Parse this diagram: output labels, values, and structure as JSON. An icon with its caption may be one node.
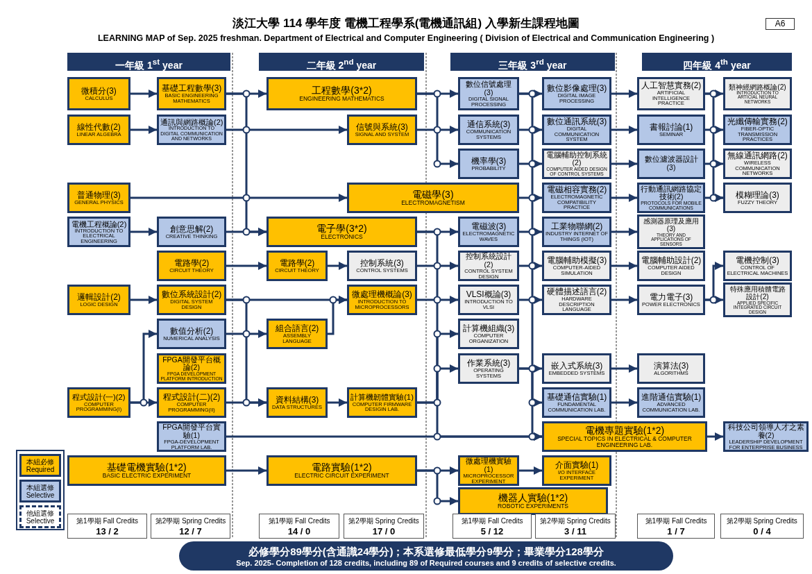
{
  "diagram": {
    "title": "淡江大學 114 學年度 電機工程學系(電機通訊組) 入學新生課程地圖",
    "nodes": [
      {
        "text": [
          "微積分(3)",
          "CALCULUS"
        ]
      },
      {
        "text": [
          "基礎工程數學(3)",
          "BASIC ENGINEERING MATHEMATICS"
        ]
      },
      {
        "text": [
          "線性代數(2)",
          "LINEAR ALGEBRA"
        ]
      },
      {
        "text": [
          "通訊與網路概論(2)",
          "INTRODUCTION TO DIGITAL COMMUNICATION AND NETWORKS"
        ]
      },
      {
        "text": [
          "普通物理(3)",
          "GENERAL PHYSICS"
        ]
      },
      {
        "text": [
          "電機工程概論(2)",
          "INTRODUCTION TO ELECTRICAL ENGINEERING"
        ]
      },
      {
        "text": [
          "創意思解(2)",
          "CREATIVE THINKING"
        ]
      },
      {
        "text": [
          "電路學(2)",
          "CIRCUIT THEORY"
        ]
      },
      {
        "text": [
          "邏輯設計(2)",
          "LOGIC DESIGN"
        ]
      },
      {
        "text": [
          "數位系統設計(2)",
          "DIGITAL SYSTEM DESIGN"
        ]
      },
      {
        "text": [
          "數值分析(2)",
          "NUMERICAL ANALYSIS"
        ]
      },
      {
        "text": [
          "FPGA開發平台概論(2)",
          "FPGA DEVELOPMENT PLATFORM INTRODUCTION"
        ]
      },
      {
        "text": [
          "程式設計(一)(2)",
          "COMPUTER PROGRAMMING(I)"
        ]
      },
      {
        "text": [
          "程式設計(二)(2)",
          "COMPUTER PROGRAMMING(II)"
        ]
      },
      {
        "text": [
          "FPGA開發平台實驗(1)",
          "FPGA-DEVELOPMENT PLATFORM LAB."
        ]
      },
      {
        "text": [
          "基礎電機實驗(1*2)",
          "BASIC ELECTRIC EXPERIMENT"
        ]
      },
      {
        "text": [
          "工程數學(3*2)",
          "ENGINEERING MATHEMATICS"
        ]
      },
      {
        "text": [
          "信號與系統(3)",
          "SIGNAL AND SYSTEM"
        ]
      },
      {
        "text": [
          "電磁學(3)",
          "ELECTROMAGNETISM"
        ]
      },
      {
        "text": [
          "電子學(3*2)",
          "ELECTRONICS"
        ]
      },
      {
        "text": [
          "電路學(2)",
          "CIRCUIT THEORY"
        ]
      },
      {
        "text": [
          "控制系統(3)",
          "CONTROL SYSTEMS"
        ]
      },
      {
        "text": [
          "微處理機概論(3)",
          "INTRODUCTION TO MICROPROCESSORS"
        ]
      },
      {
        "text": [
          "組合語言(2)",
          "ASSEMBLY LANGUAGE"
        ]
      },
      {
        "text": [
          "資料結構(3)",
          "DATA STRUCTURES"
        ]
      },
      {
        "text": [
          "計算機韌體實驗(1)",
          "COMPUTER FIRMWARE DESIGIN LAB."
        ]
      },
      {
        "text": [
          "電路實驗(1*2)",
          "ELECTRIC CIRCUIT EXPERIMENT"
        ]
      },
      {
        "text": [
          "數位信號處理(3)",
          "DIGITAL SIGNAL PROCESSING"
        ]
      },
      {
        "text": [
          "數位影像處理(3)",
          "DIGITAL IMAGE PROCESSING"
        ]
      },
      {
        "text": [
          "通信系統(3)",
          "COMMUNICATION SYSTEMS"
        ]
      },
      {
        "text": [
          "數位通訊系統(3)",
          "DIGITAL COMMUNICATION SYSTEM"
        ]
      },
      {
        "text": [
          "機率學(3)",
          "PROBABILITY"
        ]
      },
      {
        "text": [
          "電腦輔助控制系統(2)",
          "COMPUTER AIDED DESIGN OF CONTROL SYSTEMS"
        ]
      },
      {
        "text": [
          "電磁相容實務(2)",
          "ELECTROMAGNETIC COMPATIBILITY PRACTICE"
        ]
      },
      {
        "text": [
          "電磁波(3)",
          "ELECTROMAGNETIC WAVES"
        ]
      },
      {
        "text": [
          "工業物聯網(2)",
          "INDUSTRY INTERNET OF THINGS (IOT)"
        ]
      },
      {
        "text": [
          "控制系統設計(2)",
          "CONTROL SYSTEM DESIGN"
        ]
      },
      {
        "text": [
          "電腦輔助模擬(3)",
          "COMPUTER-AIDED SIMULATION"
        ]
      },
      {
        "text": [
          "VLSI概論(3)",
          "INTRODUCTION TO VLSI"
        ]
      },
      {
        "text": [
          "硬體描述語言(2)",
          "HARDWARE DESCRIPTION LANGUAGE"
        ]
      },
      {
        "text": [
          "計算機組織(3)",
          "COMPUTER ORGANIZATION"
        ]
      },
      {
        "text": [
          "作業系統(3)",
          "OPERATING SYSTEMS"
        ]
      },
      {
        "text": [
          "嵌入式系統(3)",
          "EMBEDDED SYSTEMS"
        ]
      },
      {
        "text": [
          "基礎通信實驗(1)",
          "FUNDAMENTAL COMMUNICATION LAB."
        ]
      },
      {
        "text": [
          "電機專題實驗(1*2)",
          "SPECIAL TOPICS IN ELECTRICAL & COMPUTER ENGINEERING LAB."
        ]
      },
      {
        "text": [
          "微處理機實驗(1)",
          "MICROPROCESSOR EXPERIMENT"
        ]
      },
      {
        "text": [
          "介面實驗(1)",
          "I/O INTERFACE EXPERIMENT"
        ]
      },
      {
        "text": [
          "機器人實驗(1*2)",
          "ROBOTIC EXPERIMENTS"
        ]
      },
      {
        "text": [
          "人工智慧實務(2)",
          "ARTIFICIAL INTELLIGENCE PRACTICE"
        ]
      },
      {
        "text": [
          "類神經網路概論(2)",
          "INTRODUCTION TO ARTICIAL NEURAL NETWORKS"
        ]
      },
      {
        "text": [
          "書報討論(1)",
          "SEMINAR"
        ]
      },
      {
        "text": [
          "光纖傳輸實務(2)",
          "FIBER-OPTIC TRANSMISSION PRACTICES"
        ]
      },
      {
        "text": [
          "數位濾波器設計(3)"
        ]
      },
      {
        "text": [
          "無線通訊網路(2)",
          "WIRELESS COMMUNICATION NETWORKS"
        ]
      },
      {
        "text": [
          "行動通訊網路協定技術(2)",
          "PROTOCOLS FOR MOBILE COMMUNICATIONS"
        ]
      },
      {
        "text": [
          "模糊理論(3)",
          "FUZZY THEORY"
        ]
      },
      {
        "text": [
          "感測器原理及應用(3)",
          "THEORY AND APPLICATIONS OF SENSORS"
        ]
      },
      {
        "text": [
          "電腦輔助設計(2)",
          "COMPUTER AIDED DESIGN"
        ]
      },
      {
        "text": [
          "電機控制(3)",
          "CONTROL OF ELECTRICAL MACHINES"
        ]
      },
      {
        "text": [
          "電力電子(3)",
          "POWER ELECTRONICS"
        ]
      },
      {
        "text": [
          "特殊應用積體電路設計(2)",
          "APPLIED SPECIFIC INTEGRATED CIRCUIT DESIGN"
        ]
      },
      {
        "text": [
          "演算法(3)",
          "ALGORITHMS"
        ]
      },
      {
        "text": [
          "進階通信實驗(1)",
          "ADVANCED COMMUNICATION LAB."
        ]
      },
      {
        "text": [
          "科技公司領導人才之素養(2)",
          "LEADERSHIP DEVELOPMENT FOR ENTERPRISE BUSINESS"
        ]
      }
    ],
    "edges": [
      {
        "from": 0,
        "to": 1,
        "arrow": "to"
      },
      {
        "from": 2,
        "to": 3,
        "arrow": "to"
      },
      {
        "from": 1,
        "to": 16,
        "arrow": "to"
      },
      {
        "from": 3,
        "to": 17,
        "arrow": "to"
      },
      {
        "from": 4,
        "to": 18,
        "arrow": "to"
      },
      {
        "from": 6,
        "to": 19,
        "arrow": "to"
      },
      {
        "from": 5,
        "to": 6,
        "arrow": "to"
      },
      {
        "from": 7,
        "to": 20,
        "arrow": "to"
      },
      {
        "from": 8,
        "to": 9,
        "arrow": "to"
      },
      {
        "from": 9,
        "to": 22,
        "arrow": "to"
      },
      {
        "from": 10,
        "to": 23,
        "arrow": "to"
      },
      {
        "from": 13,
        "to": 24,
        "arrow": "to"
      },
      {
        "from": 12,
        "to": 13,
        "arrow": "to"
      },
      {
        "from": 12,
        "to": 10,
        "arrow": "to"
      },
      {
        "from": 23,
        "to": 22,
        "arrow": "to"
      },
      {
        "from": 14,
        "to": 44,
        "arrow": "to"
      },
      {
        "from": 15,
        "to": 26,
        "arrow": "to"
      },
      {
        "from": 16,
        "to": 27,
        "arrow": "to"
      },
      {
        "from": 17,
        "to": 29,
        "arrow": "to"
      },
      {
        "from": 16,
        "to": 31,
        "arrow": "to"
      },
      {
        "from": 18,
        "to": 33,
        "arrow": "to"
      },
      {
        "from": 19,
        "to": 34,
        "arrow": "to"
      },
      {
        "from": 20,
        "to": 21,
        "arrow": "to"
      },
      {
        "from": 21,
        "to": 36,
        "arrow": "to"
      },
      {
        "from": 22,
        "to": 38,
        "arrow": "to"
      },
      {
        "from": 24,
        "to": 25,
        "arrow": "to"
      },
      {
        "from": 25,
        "to": 40,
        "arrow": "to"
      },
      {
        "from": 25,
        "to": 41,
        "arrow": "to"
      },
      {
        "from": 26,
        "to": 45,
        "arrow": "to"
      },
      {
        "from": 26,
        "to": 47,
        "arrow": "to"
      },
      {
        "from": 27,
        "to": 28,
        "arrow": "to"
      },
      {
        "from": 29,
        "to": 30,
        "arrow": "to"
      },
      {
        "from": 31,
        "to": 32,
        "arrow": "to"
      },
      {
        "from": 34,
        "to": 35,
        "arrow": "to"
      },
      {
        "from": 36,
        "to": 37,
        "arrow": "to"
      },
      {
        "from": 38,
        "to": 39,
        "arrow": "to"
      },
      {
        "from": 41,
        "to": 42,
        "arrow": "to"
      },
      {
        "from": 41,
        "to": 43,
        "arrow": "to"
      },
      {
        "from": 45,
        "to": 46,
        "arrow": "to"
      },
      {
        "from": 28,
        "to": 48,
        "arrow": "to"
      },
      {
        "from": 30,
        "to": 50,
        "arrow": "to"
      },
      {
        "from": 32,
        "to": 52,
        "arrow": "to"
      },
      {
        "from": 33,
        "to": 54,
        "arrow": "to"
      },
      {
        "from": 35,
        "to": 56,
        "arrow": "to"
      },
      {
        "from": 37,
        "to": 57,
        "arrow": "to"
      },
      {
        "from": 39,
        "to": 59,
        "arrow": "to"
      },
      {
        "from": 42,
        "to": 61,
        "arrow": "to"
      },
      {
        "from": 43,
        "to": 62,
        "arrow": "to"
      },
      {
        "from": 48,
        "to": 49,
        "arrow": "to"
      },
      {
        "from": 50,
        "to": 51,
        "arrow": "to"
      },
      {
        "from": 52,
        "to": 53,
        "arrow": "to"
      },
      {
        "from": 54,
        "to": 55,
        "arrow": "to"
      },
      {
        "from": 59,
        "to": 60,
        "arrow": "to"
      },
      {
        "from": 59,
        "to": 58,
        "arrow": "to"
      },
      {
        "from": 44,
        "to": 63,
        "arrow": "to"
      },
      {
        "from": 1,
        "to": 19,
        "arrow": "to"
      },
      {
        "from": 9,
        "to": 24,
        "arrow": "to"
      },
      {
        "from": 19,
        "to": 44,
        "arrow": "to"
      },
      {
        "from": 27,
        "to": 44,
        "arrow": "to"
      },
      {
        "from": 48,
        "to": 55,
        "arrow": "to"
      }
    ],
    "labels": [
      "A6",
      "LEARNING MAP of Sep. 2025 freshman. Department of Electrical and Computer Engineering ( Division of Electrical and Communication Engineering )",
      "一年級 1$^{st}$ year",
      "二年級 2$^{nd}$ year",
      "三年級 3$^{rd}$ year",
      "四年級 4$^{th}$ year",
      "第1學期 Fall Credits",
      "13 / 2",
      "第2學期 Spring Credits",
      "12 / 7",
      "第1學期 Fall Credits",
      "14 / 0",
      "第2學期 Spring Credits",
      "17 / 0",
      "第1學期 Fall Credits",
      "5 / 12",
      "第2學期 Spring Credits",
      "3 / 11",
      "第1學期 Fall Credits",
      "1 / 7",
      "第2學期 Spring Credits",
      "0 / 4",
      "必修學分89學分(含通識24學分)；本系選修最低學分9學分；畢業學分128學分",
      "Sep. 2025- Completion of 128 credits, including 89 of Required courses and 9 credits of selective credits."
    ],
    "legend": [
      {
        "text": "本組必修 Required",
        "color": "#ffc000"
      },
      {
        "text": "本組選修 Selective",
        "color": "#b4c7e7"
      },
      {
        "text": "他組選修 Selective"
      }
    ]
  }
}
